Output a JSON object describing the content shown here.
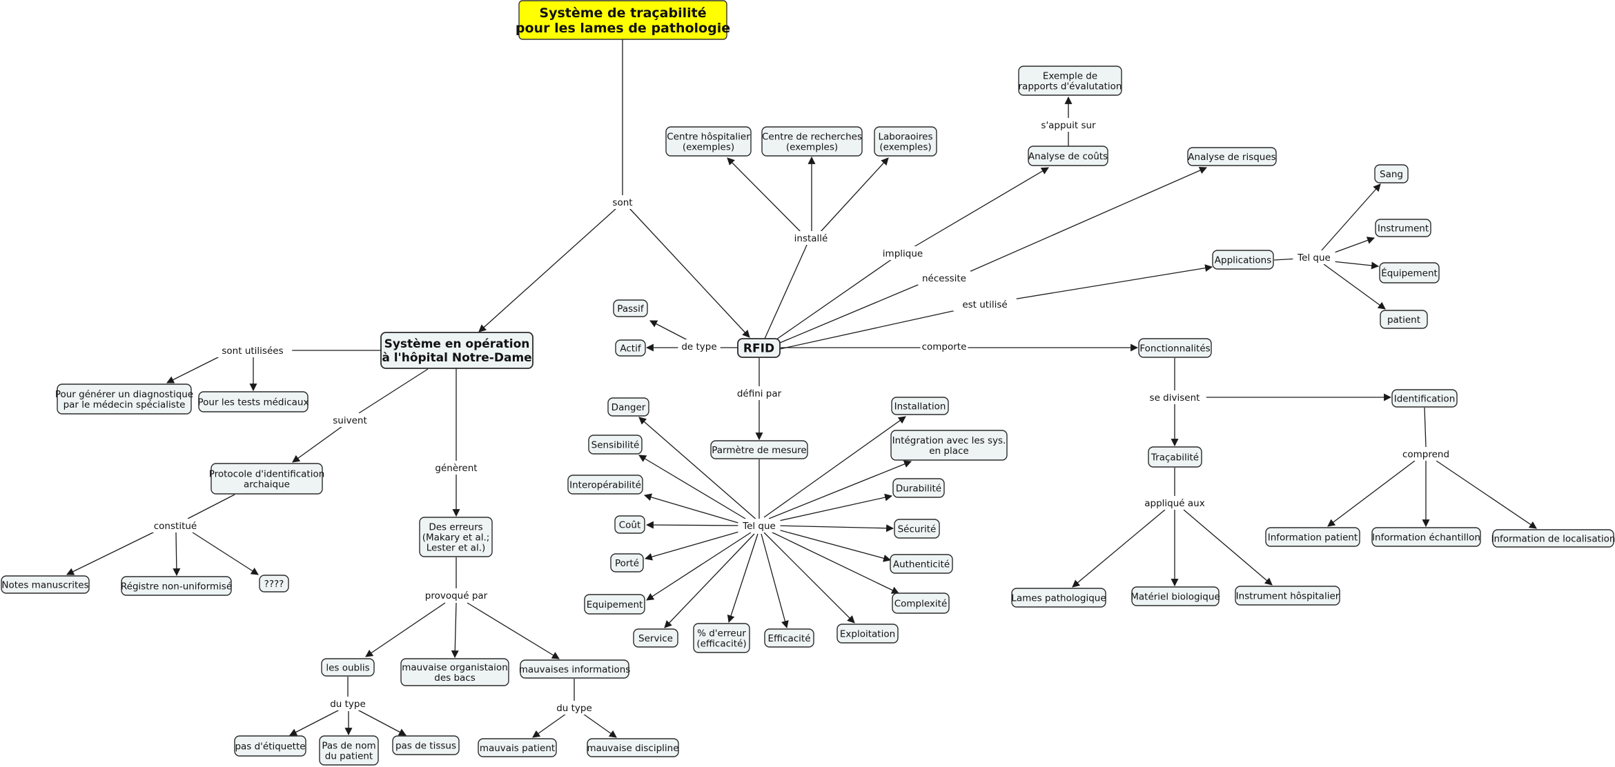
{
  "nodes": [
    {
      "id": "root",
      "text": [
        "Système de traçabilité",
        "pour les lames de pathologie"
      ],
      "style": "root"
    },
    {
      "id": "sys",
      "text": [
        "Système en opération",
        "à l'hôpital Notre-Dame"
      ],
      "style": "bold"
    },
    {
      "id": "rfid",
      "text": [
        "RFID"
      ],
      "style": "bold"
    },
    {
      "id": "diag",
      "text": [
        "Pour générer un diagnostique",
        "par le médecin spécialiste"
      ]
    },
    {
      "id": "tests",
      "text": [
        "Pour les tests médicaux"
      ]
    },
    {
      "id": "proto",
      "text": [
        "Protocole d'identification",
        "archaique"
      ]
    },
    {
      "id": "notes",
      "text": [
        "Notes manuscrites"
      ]
    },
    {
      "id": "registre",
      "text": [
        "Régistre non-uniformisé"
      ]
    },
    {
      "id": "qqq",
      "text": [
        "????"
      ]
    },
    {
      "id": "erreurs",
      "text": [
        "Des erreurs",
        "(Makary et al.;",
        "Lester et al.)"
      ]
    },
    {
      "id": "oublis",
      "text": [
        "les oublis"
      ]
    },
    {
      "id": "orga",
      "text": [
        "mauvaise organistaion",
        "des bacs"
      ]
    },
    {
      "id": "minfo",
      "text": [
        "mauvaises informations"
      ]
    },
    {
      "id": "etiq",
      "text": [
        "pas d'étiquette"
      ]
    },
    {
      "id": "nom",
      "text": [
        "Pas de nom",
        "du patient"
      ]
    },
    {
      "id": "tissus",
      "text": [
        "pas de tissus"
      ]
    },
    {
      "id": "mpat",
      "text": [
        "mauvais patient"
      ]
    },
    {
      "id": "mdisc",
      "text": [
        "mauvaise discipline"
      ]
    },
    {
      "id": "passif",
      "text": [
        "Passif"
      ]
    },
    {
      "id": "actif",
      "text": [
        "Actif"
      ]
    },
    {
      "id": "chosp",
      "text": [
        "Centre hôspitalier",
        "(exemples)"
      ]
    },
    {
      "id": "crech",
      "text": [
        "Centre de recherches",
        "(exemples)"
      ]
    },
    {
      "id": "labo",
      "text": [
        "Laboraoires",
        "(exemples)"
      ]
    },
    {
      "id": "exrap",
      "text": [
        "Exemple de",
        "rapports d'évalutation"
      ]
    },
    {
      "id": "couts",
      "text": [
        "Analyse de coûts"
      ]
    },
    {
      "id": "risques",
      "text": [
        "Analyse de risques"
      ]
    },
    {
      "id": "appli",
      "text": [
        "Applications"
      ]
    },
    {
      "id": "sang",
      "text": [
        "Sang"
      ]
    },
    {
      "id": "instr",
      "text": [
        "Instrument"
      ]
    },
    {
      "id": "equip",
      "text": [
        "Équipement"
      ]
    },
    {
      "id": "patient",
      "text": [
        "patient"
      ]
    },
    {
      "id": "fonct",
      "text": [
        "Fonctionnalités"
      ]
    },
    {
      "id": "ident",
      "text": [
        "Identification"
      ]
    },
    {
      "id": "trac",
      "text": [
        "Traçabilité"
      ]
    },
    {
      "id": "infopat",
      "text": [
        "Information patient"
      ]
    },
    {
      "id": "infoech",
      "text": [
        "Information échantillon"
      ]
    },
    {
      "id": "infoloc",
      "text": [
        "Information de localisation"
      ]
    },
    {
      "id": "lames",
      "text": [
        "Lames pathologique"
      ]
    },
    {
      "id": "matbio",
      "text": [
        "Matériel biologique"
      ]
    },
    {
      "id": "insthosp",
      "text": [
        "Instrument hôspitalier"
      ]
    },
    {
      "id": "param",
      "text": [
        "Parmètre de mesure"
      ]
    },
    {
      "id": "danger",
      "text": [
        "Danger"
      ]
    },
    {
      "id": "sensib",
      "text": [
        "Sensibilité"
      ]
    },
    {
      "id": "interop",
      "text": [
        "Interopérabilité"
      ]
    },
    {
      "id": "cout",
      "text": [
        "Coût"
      ]
    },
    {
      "id": "porte",
      "text": [
        "Porté"
      ]
    },
    {
      "id": "equipement",
      "text": [
        "Equipement"
      ]
    },
    {
      "id": "service",
      "text": [
        "Service"
      ]
    },
    {
      "id": "perr",
      "text": [
        "% d'erreur",
        "(efficacité)"
      ]
    },
    {
      "id": "effic",
      "text": [
        "Efficacité"
      ]
    },
    {
      "id": "exploit",
      "text": [
        "Exploitation"
      ]
    },
    {
      "id": "complex",
      "text": [
        "Complexité"
      ]
    },
    {
      "id": "authent",
      "text": [
        "Authenticité"
      ]
    },
    {
      "id": "secur",
      "text": [
        "Sécurité"
      ]
    },
    {
      "id": "durab",
      "text": [
        "Durabilité"
      ]
    },
    {
      "id": "integ",
      "text": [
        "Intégration avec les sys.",
        "en place"
      ]
    },
    {
      "id": "install",
      "text": [
        "Installation"
      ]
    }
  ],
  "labels": [
    {
      "id": "l_sont",
      "text": "sont"
    },
    {
      "id": "l_sontutil",
      "text": "sont utilisées"
    },
    {
      "id": "l_suivent",
      "text": "suivent"
    },
    {
      "id": "l_constitue",
      "text": "constitué"
    },
    {
      "id": "l_generent",
      "text": "génèrent"
    },
    {
      "id": "l_provoque",
      "text": "provoqué par"
    },
    {
      "id": "l_dutype1",
      "text": "du type"
    },
    {
      "id": "l_dutype2",
      "text": "du type"
    },
    {
      "id": "l_detype",
      "text": "de type"
    },
    {
      "id": "l_installe",
      "text": "installé"
    },
    {
      "id": "l_appuie",
      "text": "s'appuit sur"
    },
    {
      "id": "l_implique",
      "text": "implique"
    },
    {
      "id": "l_necessite",
      "text": "nécessite"
    },
    {
      "id": "l_estutil",
      "text": "est utilisé"
    },
    {
      "id": "l_telque1",
      "text": "Tel que"
    },
    {
      "id": "l_comporte",
      "text": "comporte"
    },
    {
      "id": "l_divisent",
      "text": "se divisent"
    },
    {
      "id": "l_comprend",
      "text": "comprend"
    },
    {
      "id": "l_applique",
      "text": "appliqué aux"
    },
    {
      "id": "l_defini",
      "text": "défini par"
    },
    {
      "id": "l_telque2",
      "text": "Tel que"
    }
  ]
}
